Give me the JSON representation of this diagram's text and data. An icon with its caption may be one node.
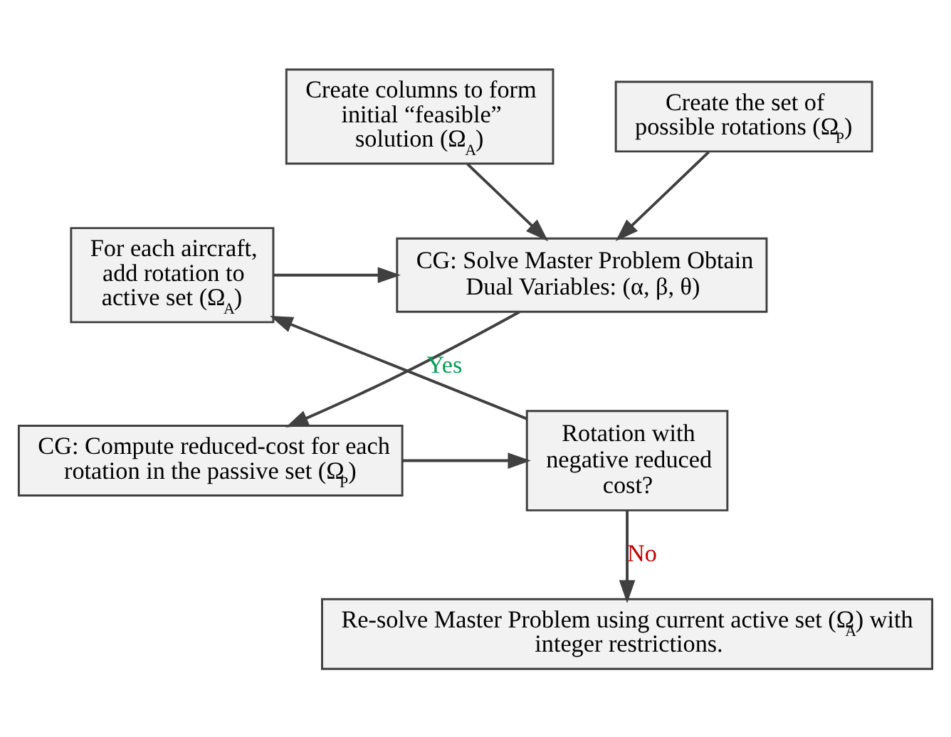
{
  "diagram": {
    "nodes": [
      {
        "text": [
          "Create columns to form initial “feasible” solution (Ω$_{A}$)"
        ]
      },
      {
        "text": [
          "Create the set of possible rotations (Ω$_{P}$)"
        ]
      },
      {
        "text": [
          "CG: Solve Master Problem Obtain Dual Variables: (α, β, θ)"
        ]
      },
      {
        "text": [
          "For each aircraft, add rotation to active set (Ω$_{A}$)"
        ]
      },
      {
        "text": [
          "CG: Compute reduced-cost for each rotation in the passive set (Ω$_{P}$)"
        ]
      },
      {
        "text": [
          "Rotation with negative reduced cost?"
        ]
      },
      {
        "text": [
          "Re-solve Master Problem using current active set (Ω$_{A}$) with integer restrictions."
        ]
      }
    ],
    "edges": [
      {
        "from": 0,
        "to": 2,
        "arrow": "to"
      },
      {
        "from": 1,
        "to": 2,
        "arrow": "to"
      },
      {
        "from": 3,
        "to": 2,
        "arrow": "to"
      },
      {
        "from": 2,
        "to": 4,
        "arrow": "to"
      },
      {
        "from": 4,
        "to": 5,
        "arrow": "to"
      },
      {
        "from": 5,
        "to": 3,
        "arrow": "to",
        "label": "Yes"
      },
      {
        "from": 5,
        "to": 6,
        "arrow": "to",
        "label": "No"
      }
    ]
  }
}
